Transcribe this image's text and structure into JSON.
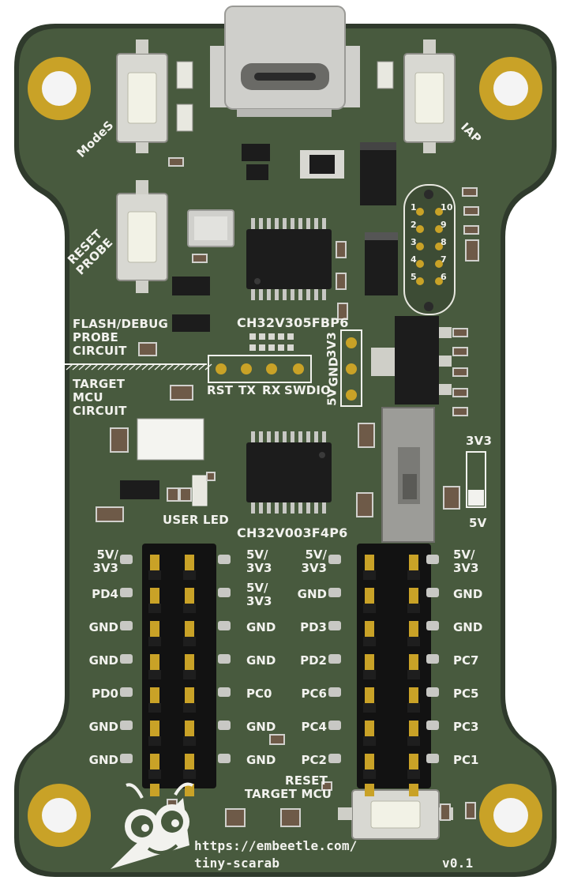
{
  "board": {
    "colors": {
      "outer": "#2f3a2c",
      "pcb": "#485a3e",
      "silk": "#f2f2ee",
      "gold": "#c9a227",
      "header_body": "#121212",
      "ic_body": "#1c1c1c",
      "button_body": "#d8d8d2"
    },
    "labels": {
      "modes": "ModeS",
      "iap": "IAP",
      "reset_probe_line1": "RESET",
      "reset_probe_line2": "PROBE",
      "probe_mcu": "CH32V305FBP6",
      "target_mcu": "CH32V003F4P6",
      "flash_debug_1": "FLASH/DEBUG",
      "flash_debug_2": "PROBE",
      "flash_debug_3": "CIRCUIT",
      "target_1": "TARGET",
      "target_2": "MCU",
      "target_3": "CIRCUIT",
      "uart_rst": "RST",
      "uart_tx": "TX",
      "uart_rx": "RX",
      "uart_swdio": "SWDIO",
      "pwr_3v3": "3V3",
      "pwr_gnd": "GND",
      "pwr_5v": "5V",
      "sw_3v3": "3V3",
      "sw_5v": "5V",
      "user_led": "USER LED",
      "reset_target_1": "RESET",
      "reset_target_2": "TARGET MCU",
      "url_1": "https://embeetle.com/",
      "url_2": "tiny-scarab",
      "version": "v0.1"
    },
    "swd_numbers": {
      "left": [
        "1",
        "2",
        "3",
        "4",
        "5"
      ],
      "right": [
        "10",
        "9",
        "8",
        "7",
        "6"
      ]
    },
    "left_header": {
      "outer": [
        "5V/\n3V3",
        "PD4",
        "GND",
        "GND",
        "PD0",
        "GND",
        "GND"
      ],
      "inner": [
        "5V/\n3V3",
        "5V/\n3V3",
        "GND",
        "GND",
        "PC0",
        "GND",
        "GND"
      ]
    },
    "right_header": {
      "inner": [
        "5V/\n3V3",
        "GND",
        "PD3",
        "PD2",
        "PC6",
        "PC4",
        "PC2"
      ],
      "outer": [
        "5V/\n3V3",
        "GND",
        "GND",
        "PC7",
        "PC5",
        "PC3",
        "PC1"
      ]
    }
  }
}
